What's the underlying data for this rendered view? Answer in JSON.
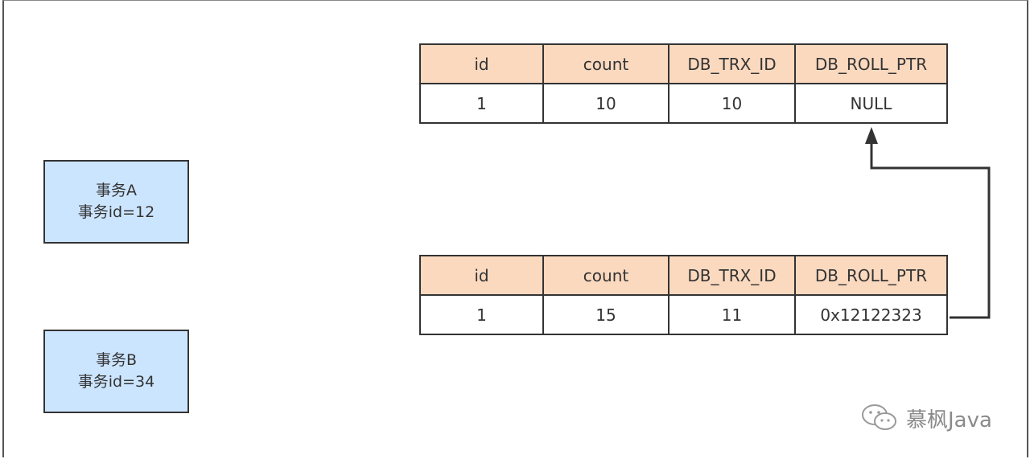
{
  "transactions": [
    {
      "name": "事务A",
      "id_label": "事务id=12"
    },
    {
      "name": "事务B",
      "id_label": "事务id=34"
    }
  ],
  "records": [
    {
      "headers": [
        "id",
        "count",
        "DB_TRX_ID",
        "DB_ROLL_PTR"
      ],
      "values": [
        "1",
        "10",
        "10",
        "NULL"
      ]
    },
    {
      "headers": [
        "id",
        "count",
        "DB_TRX_ID",
        "DB_ROLL_PTR"
      ],
      "values": [
        "1",
        "15",
        "11",
        "0x12122323"
      ]
    }
  ],
  "watermark": {
    "icon": "wechat-icon",
    "text": "慕枫Java"
  },
  "colors": {
    "tx_fill": "#cce5ff",
    "header_fill": "#fad9bf",
    "line": "#333333"
  }
}
